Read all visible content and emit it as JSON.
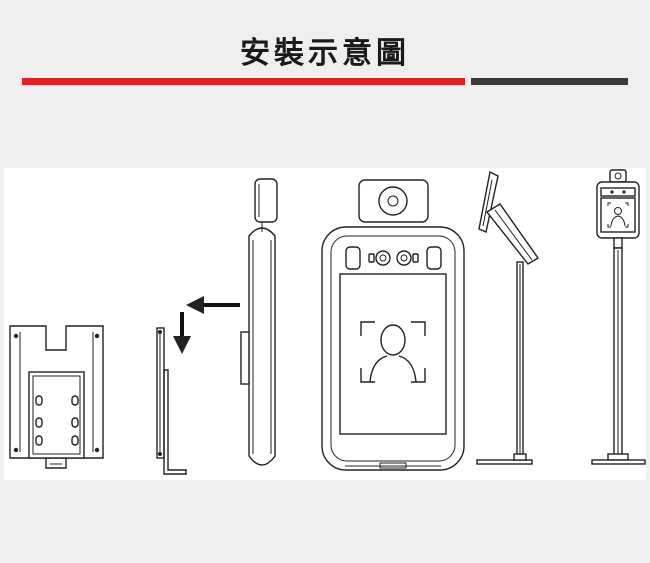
{
  "header": {
    "title": "安裝示意圖",
    "accent_color": "#e01e24",
    "secondary_color": "#3a3a3a"
  },
  "diagram": {
    "steps": [
      {
        "name": "wall-mount-bracket"
      },
      {
        "name": "bracket-side-view"
      },
      {
        "name": "device-side-view"
      },
      {
        "name": "device-front-view"
      },
      {
        "name": "floor-stand-side-view"
      },
      {
        "name": "floor-stand-front-view"
      }
    ],
    "arrows": [
      "arrow-left-icon",
      "arrow-down-icon"
    ]
  }
}
